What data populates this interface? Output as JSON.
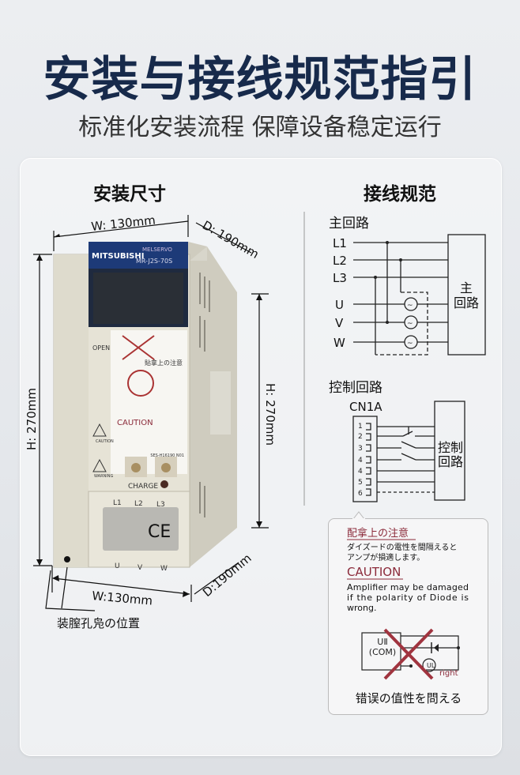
{
  "header": {
    "title": "安装与接线规范指引",
    "subtitle": "标准化安装流程 保障设备稳定运行"
  },
  "install": {
    "heading": "安装尺寸",
    "width_top": "W: 130mm",
    "depth_top": "D: 190mm",
    "height_left": "H: 270mm",
    "height_right": "H: 270mm",
    "width_bottom": "W:130mm",
    "depth_bottom": "D:190mm",
    "mount_hole_label": "装膣孔凫の位置"
  },
  "device": {
    "brand": "MITSUBISHI",
    "series": "MELSERVO",
    "model": "MR-J2S-70S",
    "open": "OPEN",
    "charge": "CHARGE",
    "terminals_top": [
      "L1",
      "L2",
      "L3"
    ],
    "terminals_bottom": [
      "U",
      "V",
      "W"
    ],
    "caution_icon": "CAUTION",
    "warning_icon": "WARNING",
    "sticker_jp_title": "貼拿上の注意",
    "sticker_caution": "CAUTION",
    "sticker_code": "SES-H16190 N01"
  },
  "wiring": {
    "heading": "接线规范",
    "main": {
      "title": "主回路",
      "lines": [
        "L1",
        "L2",
        "L3",
        "U",
        "V",
        "W"
      ],
      "box_label_1": "主",
      "box_label_2": "回路"
    },
    "control": {
      "title": "控制回路",
      "connector": "CN1A",
      "pins": [
        "1",
        "2",
        "3",
        "4",
        "4",
        "5",
        "6"
      ],
      "box_label_1": "控制",
      "box_label_2": "回路"
    }
  },
  "caution": {
    "jp_title": "配拿上の注意",
    "jp_text_1": "ダイズードの電性を間隔えると",
    "jp_text_2": "アンプが損適します。",
    "title": "CAUTION",
    "en_text_1": "Amplifier may be damaged",
    "en_text_2": "if the polarity of Diode is",
    "en_text_3": "wrong.",
    "diagram_label_1": "UⅡ",
    "diagram_label_2": "(COM)",
    "diagram_right": "right",
    "footer": "错误の值性を問える",
    "accent": "#8b2a3a"
  }
}
